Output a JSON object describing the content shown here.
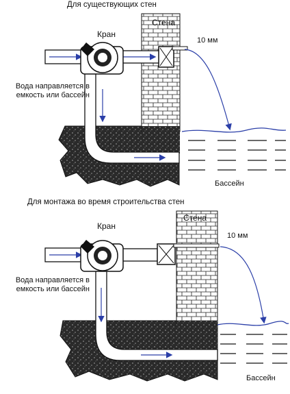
{
  "panels": [
    {
      "title": "Для существующих стен",
      "faucet_label": "Кран",
      "wall_label": "Стена",
      "gap_label": "10 мм",
      "water_note": "Вода направляется в емкость или бассейн",
      "pool_label": "Бассейн"
    },
    {
      "title": "Для монтажа во время строительства стен",
      "faucet_label": "Кран",
      "wall_label": "Стена",
      "gap_label": "10 мм",
      "water_note": "Вода направляется в емкость или бассейн",
      "pool_label": "Бассейн"
    }
  ],
  "colors": {
    "arrow": "#2b3fa8",
    "ground": "#2a2a2a",
    "pipe": "#ffffff",
    "outline": "#111111",
    "water_dash": "#111111"
  }
}
